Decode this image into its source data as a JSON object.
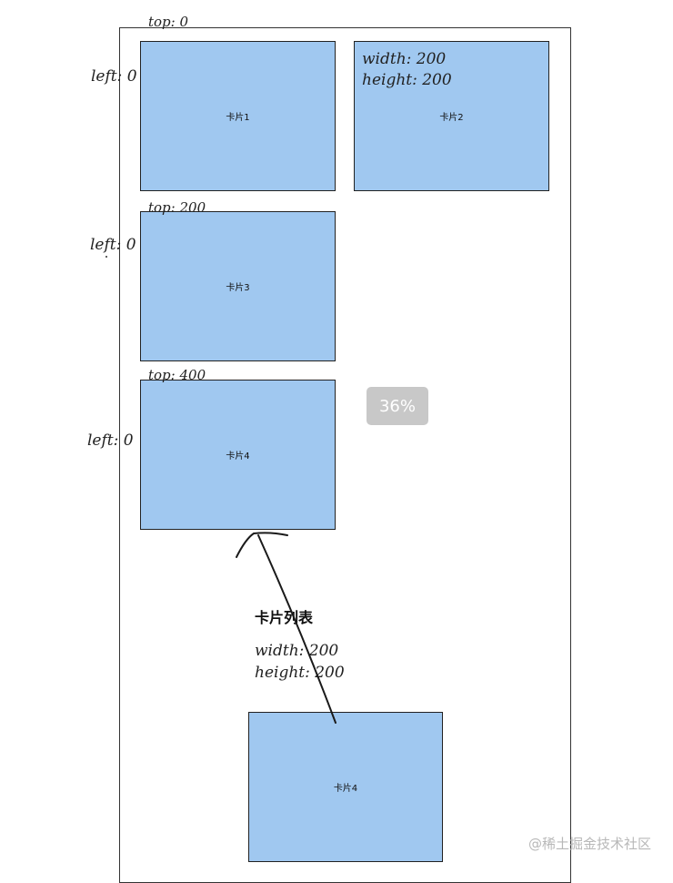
{
  "cards": [
    {
      "label": "卡片1"
    },
    {
      "label": "卡片2"
    },
    {
      "label": "卡片3"
    },
    {
      "label": "卡片4"
    },
    {
      "label": "卡片4"
    }
  ],
  "annotations": {
    "top_0": "top: 0",
    "left_0_a": "left: 0",
    "card2_width": "width: 200",
    "card2_height": "height: 200",
    "top_200": "top: 200",
    "left_0_b": "left: 0",
    "top_400": "top: 400",
    "left_0_c": "left: 0"
  },
  "list_label": {
    "title": "卡片列表",
    "width": "width: 200",
    "height": "height:  200"
  },
  "progress_badge": "36%",
  "watermark": "@稀土掘金技术社区",
  "colors": {
    "card_fill": "#a0c8f0",
    "card_border": "#222222",
    "badge": "#c8c8c8"
  }
}
